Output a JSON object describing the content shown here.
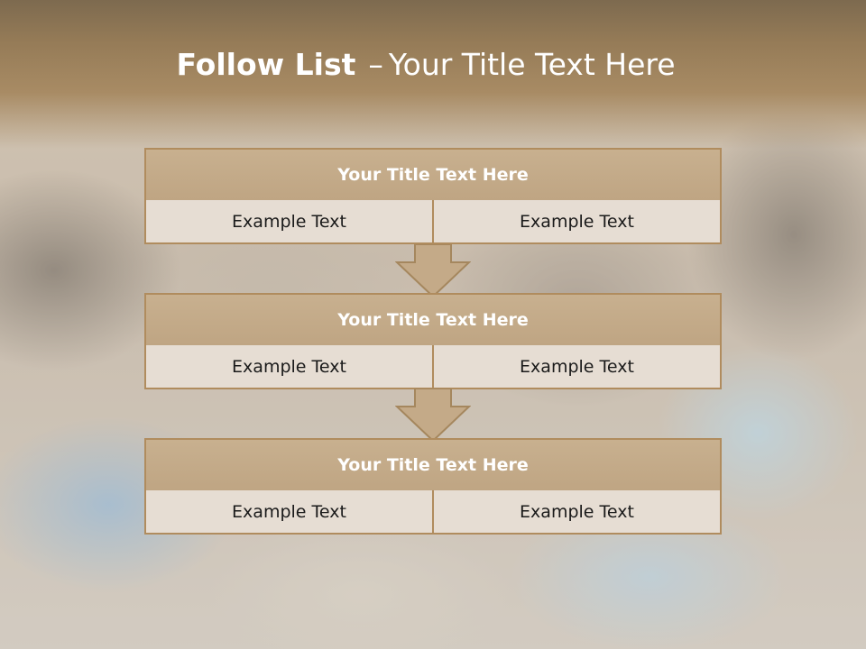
{
  "slide": {
    "title_bold": "Follow List",
    "title_dash": "–",
    "title_rest": "Your Title Text Here"
  },
  "blocks": [
    {
      "title": "Your Title Text Here",
      "left": "Example Text",
      "right": "Example Text"
    },
    {
      "title": "Your Title Text Here",
      "left": "Example Text",
      "right": "Example Text"
    },
    {
      "title": "Your Title Text Here",
      "left": "Example Text",
      "right": "Example Text"
    }
  ],
  "colors": {
    "header_gold": "#a88b64",
    "block_header": "#c4aa88",
    "block_cell": "#e6ddd3",
    "block_border": "#b08c5e"
  },
  "icons": [
    "down-arrow-icon",
    "down-arrow-icon"
  ]
}
